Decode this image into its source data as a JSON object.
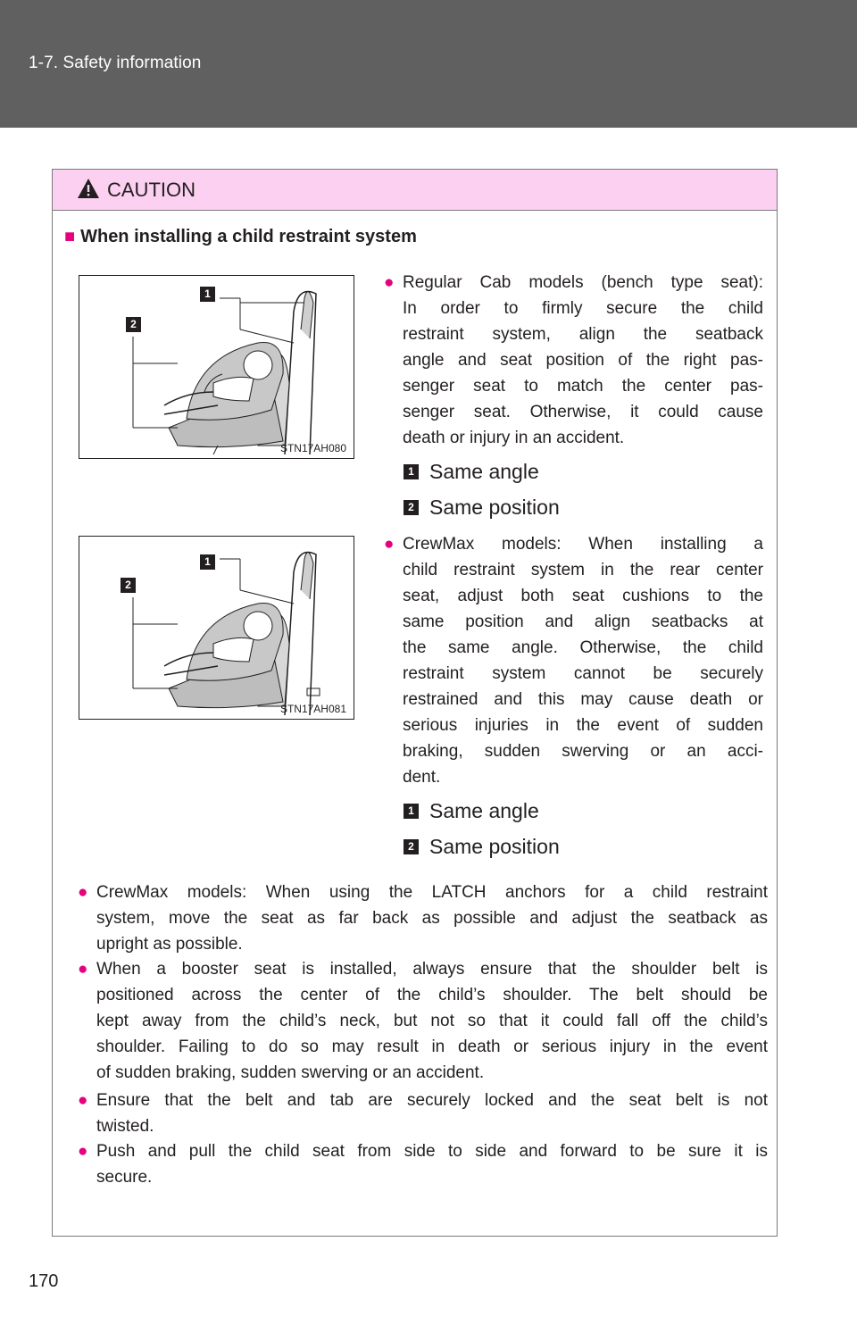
{
  "header": {
    "section": "1-7. Safety information"
  },
  "caution": {
    "title": "CAUTION",
    "heading": "When installing a child restraint system",
    "figures": [
      {
        "code": "STN17AH080",
        "badge1": "1",
        "badge2": "2"
      },
      {
        "code": "STN17AH081",
        "badge1": "1",
        "badge2": "2"
      }
    ],
    "regular_cab": "Regular Cab models (bench type seat): In order to firmly secure the child restraint system, align the seatback angle and seat position of the right passenger seat to match the center passenger seat. Otherwise, it could cause death or injury in an accident.",
    "regular_cab_lines": [
      "Regular Cab models (bench type seat):",
      "In order to firmly secure the child",
      "restraint system, align the seatback",
      "angle and seat position of the right pas-",
      "senger seat to match the center pas-",
      "senger seat. Otherwise, it could cause",
      "death or injury in an accident."
    ],
    "labels_a": [
      {
        "num": "1",
        "text": "Same angle"
      },
      {
        "num": "2",
        "text": "Same position"
      }
    ],
    "crewmax_lines": [
      "CrewMax models: When installing a",
      "child restraint system in the rear center",
      "seat, adjust both seat cushions to the",
      "same position and align seatbacks at",
      "the same angle. Otherwise, the child",
      "restraint system cannot be securely",
      "restrained and this may cause death or",
      "serious injuries in the event of sudden",
      "braking, sudden swerving or an acci-",
      "dent."
    ],
    "labels_b": [
      {
        "num": "1",
        "text": "Same angle"
      },
      {
        "num": "2",
        "text": "Same position"
      }
    ],
    "bullets": [
      {
        "lines": [
          "CrewMax models: When using the LATCH anchors for a child restraint",
          "system, move the seat as far back as possible and adjust the seatback as",
          "upright as possible."
        ]
      },
      {
        "lines": [
          "When a booster seat is installed, always ensure that the shoulder belt is",
          "positioned across the center of the child’s shoulder. The belt should be",
          "kept away from the child’s neck, but not so that it could fall off the child’s",
          "shoulder. Failing to do so may result in death or serious injury in the event",
          "of sudden braking, sudden swerving or an accident."
        ]
      },
      {
        "lines": [
          "Ensure that the belt and tab are securely locked and the seat belt is not",
          "twisted."
        ]
      },
      {
        "lines": [
          "Push and pull the child seat from side to side and forward to be sure it is",
          "secure."
        ]
      }
    ]
  },
  "page_number": "170",
  "colors": {
    "header_bg": "#606060",
    "caution_bg": "#fbd0f0",
    "bullet": "#e6007e",
    "text": "#231f20"
  },
  "icons": {
    "warning": "warning-triangle-icon",
    "bullet": "bullet-dot-icon",
    "heading_marker": "square-marker-icon"
  }
}
